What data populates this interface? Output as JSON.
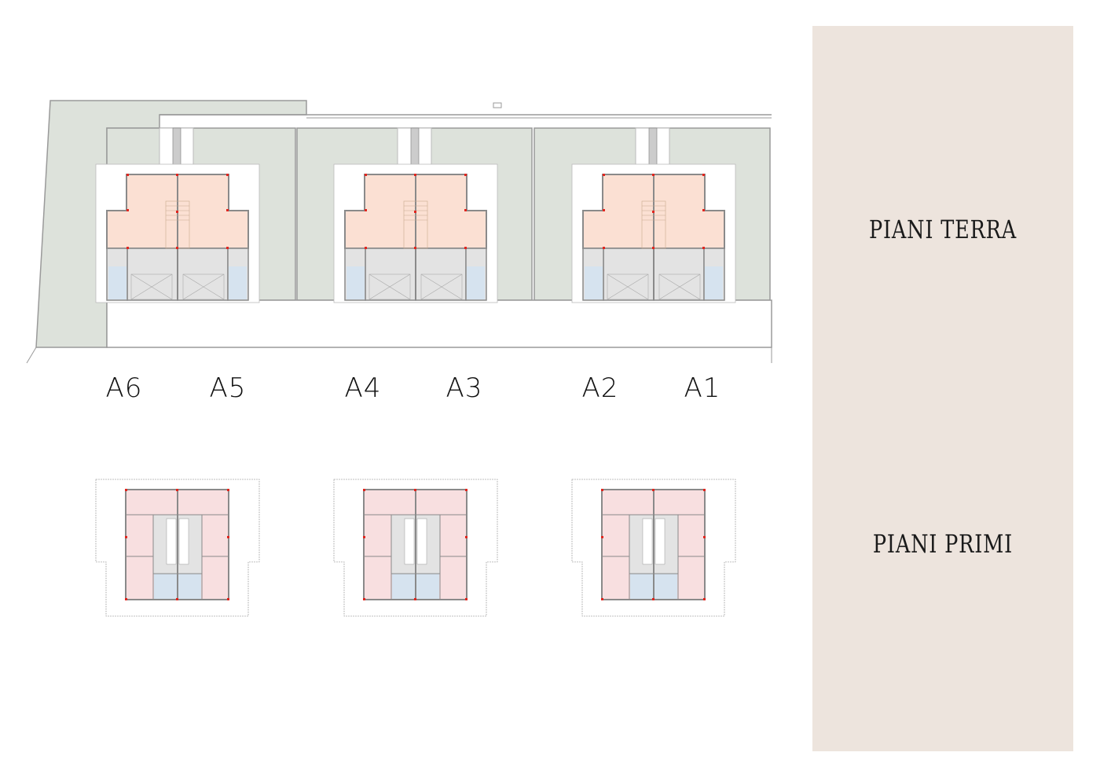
{
  "units": [
    "A6",
    "A5",
    "A4",
    "A3",
    "A2",
    "A1"
  ],
  "panel": {
    "ground_floor_title": "PIANI TERRA",
    "first_floor_title": "PIANI PRIMI"
  },
  "colors": {
    "garden": "#dde2db",
    "living": "#fbe0d3",
    "garage": "#e3e3e3",
    "bath": "#d6e3ef",
    "bedroom": "#f8dfe0",
    "wall": "#8a8a8a",
    "panel": "#ede4dd"
  }
}
